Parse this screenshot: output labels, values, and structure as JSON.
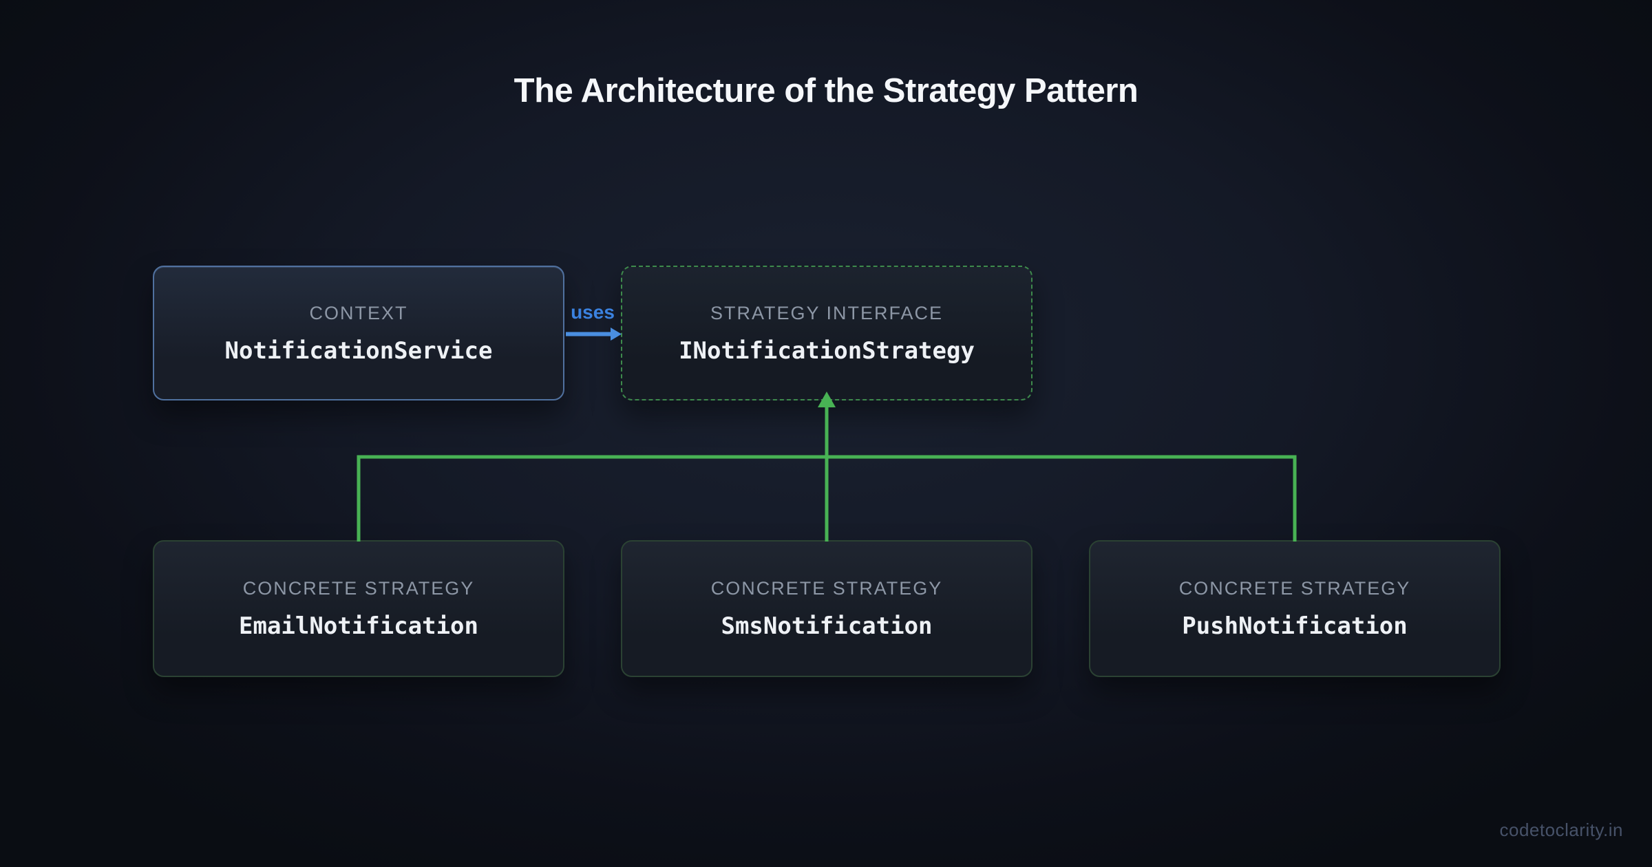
{
  "title": "The Architecture of the Strategy Pattern",
  "diagram": {
    "context": {
      "label": "CONTEXT",
      "name": "NotificationService"
    },
    "interface": {
      "label": "STRATEGY INTERFACE",
      "name": "INotificationStrategy"
    },
    "uses_label": "uses",
    "strategies": [
      {
        "label": "CONCRETE STRATEGY",
        "name": "EmailNotification"
      },
      {
        "label": "CONCRETE STRATEGY",
        "name": "SmsNotification"
      },
      {
        "label": "CONCRETE STRATEGY",
        "name": "PushNotification"
      }
    ]
  },
  "watermark": "codetoclarity.in",
  "colors": {
    "background_center": "#1a2130",
    "background_edge": "#0a0d13",
    "title_text": "#f5f7fa",
    "label_text": "#8d97a6",
    "class_text": "#eef1f5",
    "context_border": "#50719f",
    "interface_border_dashed": "#3e8a4c",
    "concrete_border": "#2b4233",
    "uses_blue": "#3b82e0",
    "uses_arrow_blue": "#4a8ee0",
    "inheritance_green": "#48b254",
    "watermark_text": "#475269"
  }
}
